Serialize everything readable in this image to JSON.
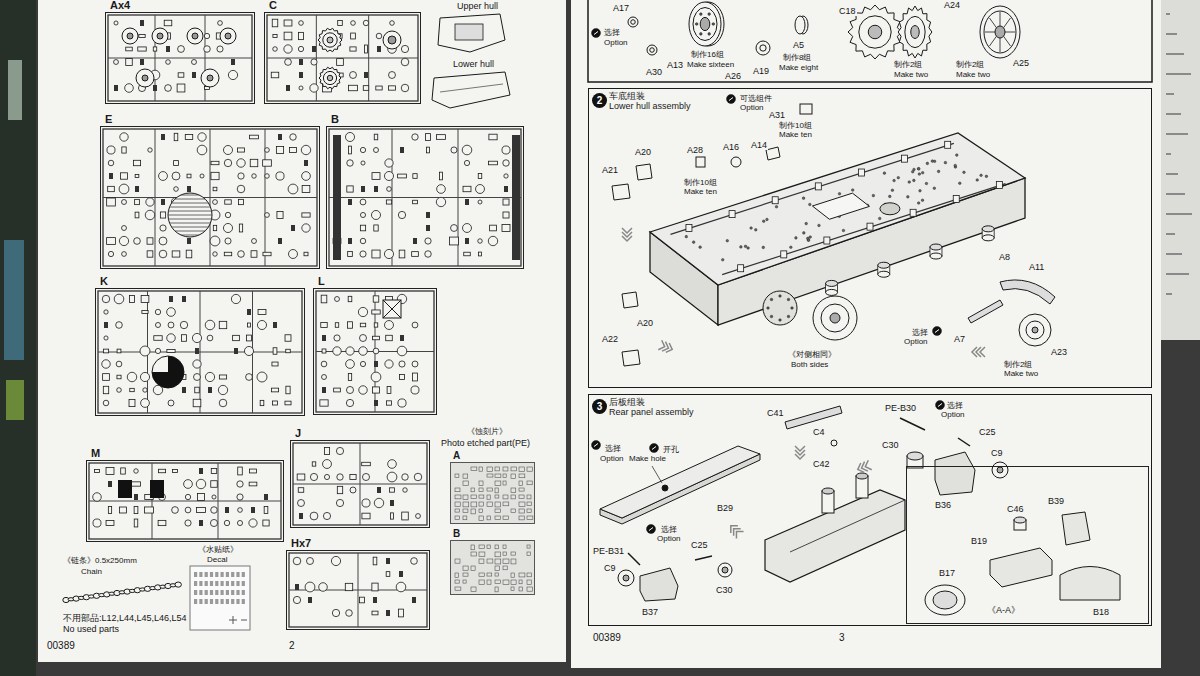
{
  "diagram": {
    "nodes": [
      {
        "text": [
          "Ax4"
        ]
      },
      {
        "text": [
          "C"
        ]
      },
      {
        "text": [
          "E"
        ]
      },
      {
        "text": [
          "B"
        ]
      },
      {
        "text": [
          "K"
        ]
      },
      {
        "text": [
          "L"
        ]
      },
      {
        "text": [
          "M"
        ]
      },
      {
        "text": [
          "J"
        ]
      },
      {
        "text": [
          "Hx7"
        ]
      },
      {
        "text": [
          "A"
        ]
      },
      {
        "text": [
          "B"
        ]
      },
      {
        "text": [
          "车底组装",
          "Lower hull assembly"
        ]
      },
      {
        "text": [
          "2"
        ],
        "in": 11
      },
      {
        "text": [
          "后板组装",
          "Rear panel assembly"
        ]
      },
      {
        "text": [
          "3"
        ],
        "in": 13
      },
      {
        "text": [
          "《A-A》"
        ],
        "in": 13
      }
    ],
    "labels": [
      "Upper hull",
      "Lower hull",
      "《蚀刻片》",
      "Photo etched part(PE)",
      "《链条》0.5x250mm",
      "Chain",
      "《水贴纸》",
      "Decal",
      "不用部品:L12,L44,L45,L46,L54",
      "No used parts",
      "00389",
      "2",
      "A17",
      "选择",
      "Option",
      "A30",
      "A13",
      "制作16组",
      "Make sixteen",
      "A26",
      "A19",
      "A5",
      "制作8组",
      "Make eight",
      "C18",
      "制作2组",
      "Make two",
      "A24",
      "A25",
      "制作2组",
      "Make two",
      "可选组件",
      "Option",
      "A31",
      "制作10组",
      "Make ten",
      "A14",
      "A20",
      "A28",
      "A16",
      "制作10组",
      "Make ten",
      "A21",
      "A20",
      "A22",
      "A8",
      "A11",
      "A7",
      "A23",
      "制作2组",
      "Make two",
      "选择",
      "Option",
      "《对侧相同》",
      "Both sides",
      "选择",
      "Option",
      "开孔",
      "Make hole",
      "C41",
      "C4",
      "PE-B30",
      "选择",
      "Option",
      "C25",
      "C30",
      "C9",
      "C42",
      "B36",
      "B29",
      "选择",
      "Option",
      "C25",
      "PE-B31",
      "C9",
      "B37",
      "C30",
      "B39",
      "C46",
      "B19",
      "B17",
      "B18",
      "00389",
      "3"
    ]
  }
}
